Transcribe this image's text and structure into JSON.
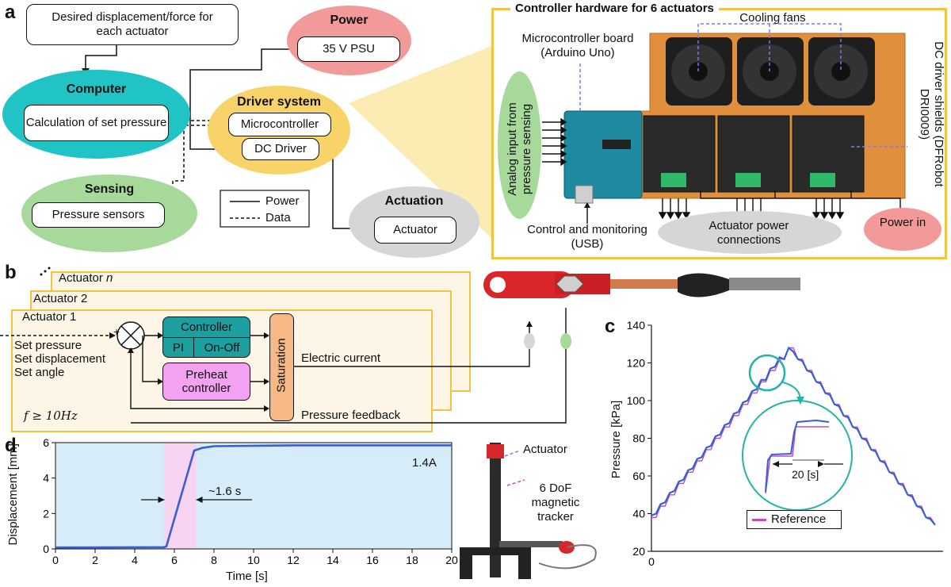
{
  "panel_a": {
    "letter": "a",
    "desired_box": "Desired displacement/force for each actuator",
    "computer": {
      "title": "Computer",
      "box": "Calculation of set pressure"
    },
    "sensing": {
      "title": "Sensing",
      "box": "Pressure sensors"
    },
    "power": {
      "title": "Power",
      "box": "35 V PSU"
    },
    "driver": {
      "title": "Driver system",
      "micro": "Microcontroller",
      "dc": "DC Driver"
    },
    "actuation": {
      "title": "Actuation",
      "box": "Actuator"
    },
    "legend": {
      "power": "Power",
      "data": "Data"
    },
    "colors": {
      "computer": "#20c4c4",
      "sensing": "#a7d99a",
      "power": "#f29a9a",
      "driver": "#f7d36a",
      "actuation": "#d6d6d6"
    }
  },
  "hardware": {
    "title": "Controller hardware for 6 actuators",
    "microcontroller_label": "Microcontroller board (Arduino Uno)",
    "fans_label": "Cooling fans",
    "shields_label": "DC driver shields (DFRobot DRI0009)",
    "analog_label": "Analog input from pressure sensing",
    "usb_label": "Control and monitoring (USB)",
    "power_conn_label": "Actuator power connections",
    "power_in_label": "Power in",
    "colors": {
      "border": "#f3c443",
      "board": "#e08f3c",
      "analog": "#a7d99a",
      "power_in": "#f29a9a",
      "conn": "#d6d6d6"
    }
  },
  "panel_b": {
    "letter": "b",
    "actuators": [
      "Actuator n",
      "Actuator 2",
      "Actuator 1"
    ],
    "actuator_n_prefix": "Actuator ",
    "actuator_n_italic": "n",
    "inputs": [
      "Set pressure",
      "Set displacement",
      "Set angle"
    ],
    "plus": "+",
    "minus": "-",
    "controller": {
      "title": "Controller",
      "pi": "PI",
      "onoff": "On-Off"
    },
    "preheat": "Preheat controller",
    "saturation": "Saturation",
    "current": "Electric current",
    "feedback": "Pressure feedback",
    "freq": "f ≥ 10Hz"
  },
  "panel_c": {
    "letter": "c",
    "legend": "Reference",
    "zoom_annotation": "20 [s]"
  },
  "panel_d": {
    "letter": "d",
    "annotation_current": "1.4A",
    "annotation_time": "~1.6 s",
    "actuator_label": "Actuator",
    "tracker_label": "6 DoF magnetic tracker"
  },
  "chart_data": [
    {
      "type": "line",
      "id": "c",
      "ylabel": "Pressure [kPa]",
      "xlabel": "",
      "ylim": [
        20,
        140
      ],
      "yticks": [
        20,
        40,
        60,
        80,
        100,
        120,
        140
      ],
      "xticks": [
        0
      ],
      "series": [
        {
          "name": "Reference",
          "color": "#c04cc0",
          "values": [
            38,
            38,
            44,
            44,
            50,
            50,
            56,
            56,
            62,
            62,
            68,
            68,
            74,
            74,
            80,
            80,
            86,
            86,
            92,
            92,
            98,
            98,
            104,
            104,
            110,
            110,
            116,
            116,
            122,
            122,
            128,
            128,
            122,
            122,
            116,
            116,
            110,
            110,
            104,
            104,
            98,
            98,
            92,
            92,
            86,
            86,
            80,
            80,
            74,
            74,
            68,
            68,
            62,
            62,
            56,
            56,
            50,
            50,
            44,
            44,
            38,
            38,
            34
          ]
        },
        {
          "color": "#3a5fd0",
          "values": [
            39,
            40,
            45,
            46,
            51,
            52,
            57,
            58,
            63,
            64,
            69,
            70,
            75,
            76,
            81,
            82,
            87,
            88,
            93,
            94,
            99,
            100,
            105,
            106,
            111,
            111,
            117,
            118,
            123,
            122,
            128,
            126,
            122,
            121,
            116,
            115,
            110,
            109,
            104,
            103,
            98,
            97,
            92,
            91,
            86,
            85,
            80,
            79,
            74,
            73,
            68,
            67,
            62,
            61,
            56,
            55,
            50,
            49,
            44,
            43,
            38,
            37,
            34
          ]
        }
      ]
    },
    {
      "type": "line",
      "id": "d",
      "xlabel": "Time [s]",
      "ylabel": "Displacement [mm]",
      "xlim": [
        0,
        20
      ],
      "ylim": [
        0,
        6
      ],
      "xticks": [
        0,
        2,
        4,
        6,
        8,
        10,
        12,
        14,
        16,
        18,
        20
      ],
      "yticks": [
        0,
        2,
        4,
        6
      ],
      "highlight": [
        5.5,
        7.1
      ],
      "series": [
        {
          "color": "#3a5fd0",
          "x": [
            0,
            5.5,
            5.6,
            7.0,
            7.4,
            8.0,
            12,
            20
          ],
          "y": [
            0.08,
            0.1,
            0.15,
            5.55,
            5.7,
            5.8,
            5.85,
            5.85
          ]
        }
      ]
    }
  ]
}
